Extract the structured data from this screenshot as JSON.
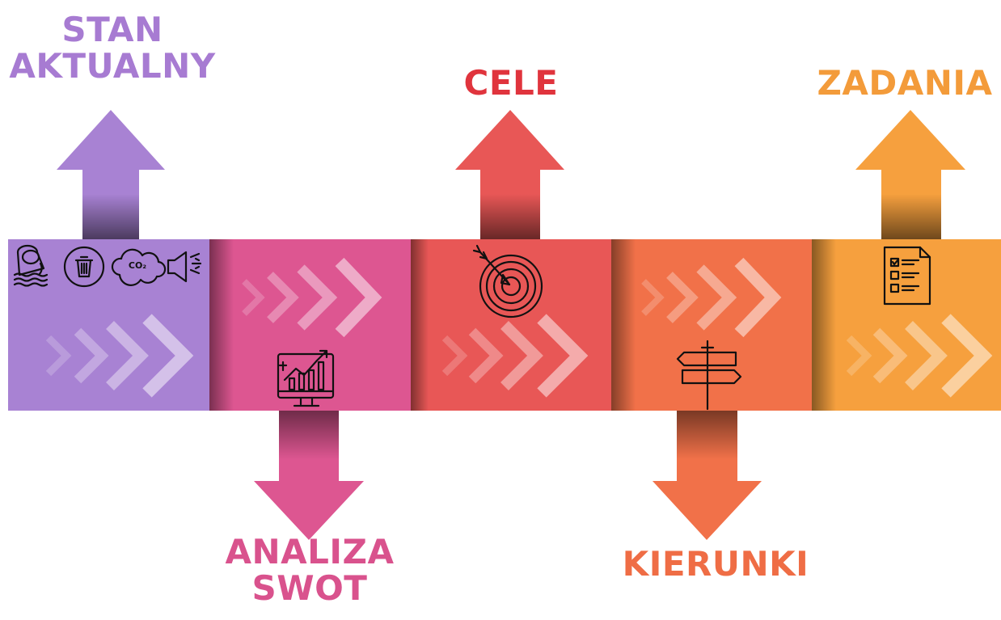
{
  "colors": {
    "purple": "#a882d3",
    "pink": "#dd5691",
    "red": "#e85756",
    "orange": "#f17149",
    "amber": "#f6a03e",
    "label_purple": "#a77bd2",
    "label_pink": "#d9528d",
    "label_red": "#e0343d",
    "label_orange": "#ef6d45",
    "label_amber": "#f39b3a",
    "icon": "#111111"
  },
  "stages": [
    {
      "id": "stan",
      "lines": [
        "STAN",
        "AKTUALNY"
      ],
      "direction": "up",
      "icon": "pollution-icons"
    },
    {
      "id": "analiza",
      "lines": [
        "ANALIZA",
        "SWOT"
      ],
      "direction": "down",
      "icon": "chart-monitor-icon"
    },
    {
      "id": "cele",
      "lines": [
        "CELE"
      ],
      "direction": "up",
      "icon": "target-arrow-icon"
    },
    {
      "id": "kierunki",
      "lines": [
        "KIERUNKI"
      ],
      "direction": "down",
      "icon": "signpost-icon"
    },
    {
      "id": "zadania",
      "lines": [
        "ZADANIA"
      ],
      "direction": "up",
      "icon": "checklist-icon"
    }
  ]
}
